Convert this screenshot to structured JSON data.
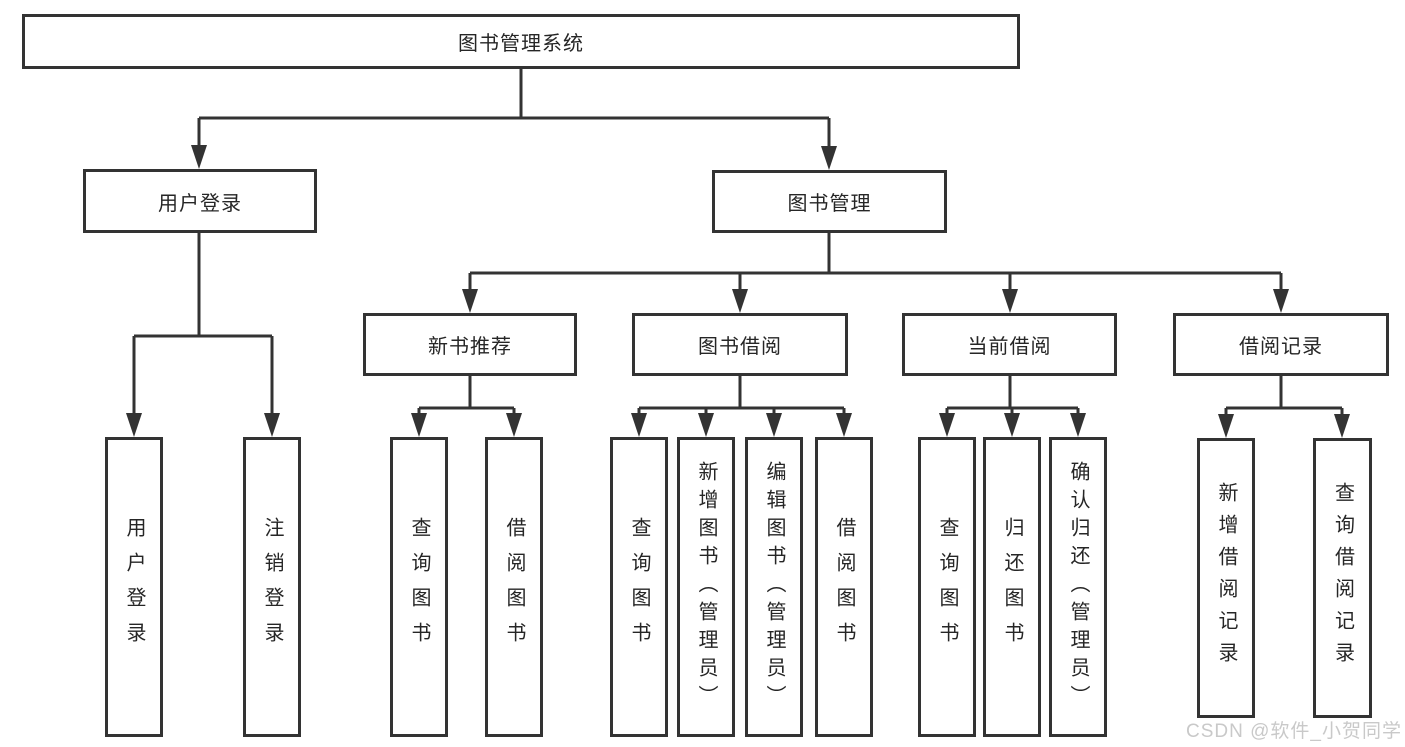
{
  "diagram": {
    "root": "图书管理系统",
    "level2": {
      "user_login": "用户登录",
      "book_management": "图书管理"
    },
    "level3": {
      "new_book_recommend": "新书推荐",
      "book_borrow": "图书借阅",
      "current_borrow": "当前借阅",
      "borrow_records": "借阅记录"
    },
    "leaves": {
      "user_login": "用户登录",
      "logout": "注销登录",
      "recommend_query": "查询图书",
      "recommend_borrow": "借阅图书",
      "borrow_query": "查询图书",
      "borrow_add": "新增图书（管理员）",
      "borrow_edit": "编辑图书（管理员）",
      "borrow_borrow": "借阅图书",
      "current_query": "查询图书",
      "current_return": "归还图书",
      "current_confirm": "确认归还（管理员）",
      "records_add": "新增借阅记录",
      "records_query": "查询借阅记录"
    }
  },
  "watermark": "CSDN @软件_小贺同学",
  "colors": {
    "line": "#333333",
    "text": "#262626",
    "watermark": "#c9c9c9",
    "background": "#ffffff"
  }
}
